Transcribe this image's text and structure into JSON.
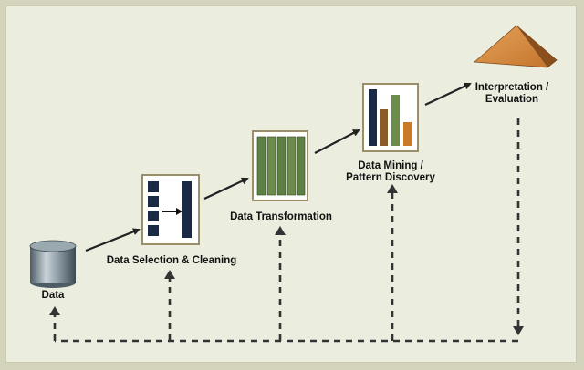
{
  "steps": [
    {
      "key": "data",
      "label": "Data"
    },
    {
      "key": "selection",
      "label": "Data Selection & Cleaning"
    },
    {
      "key": "transformation",
      "label": "Data Transformation"
    },
    {
      "key": "mining",
      "label": "Data Mining /\nPattern Discovery"
    },
    {
      "key": "interpretation",
      "label": "Interpretation /\nEvaluation"
    }
  ],
  "colors": {
    "background": "#d4d4bc",
    "panel": "#ebeede",
    "cylinder": "#6a7a84",
    "navy": "#1a2a45",
    "green": "#6b8c4a",
    "brown": "#8b5a2b",
    "orange": "#c87a2a",
    "pyramid": "#c47a30",
    "arrow": "#222222"
  },
  "icons": [
    "database-cylinder-icon",
    "selection-grid-icon",
    "column-stack-icon",
    "bar-chart-icon",
    "pyramid-icon"
  ]
}
